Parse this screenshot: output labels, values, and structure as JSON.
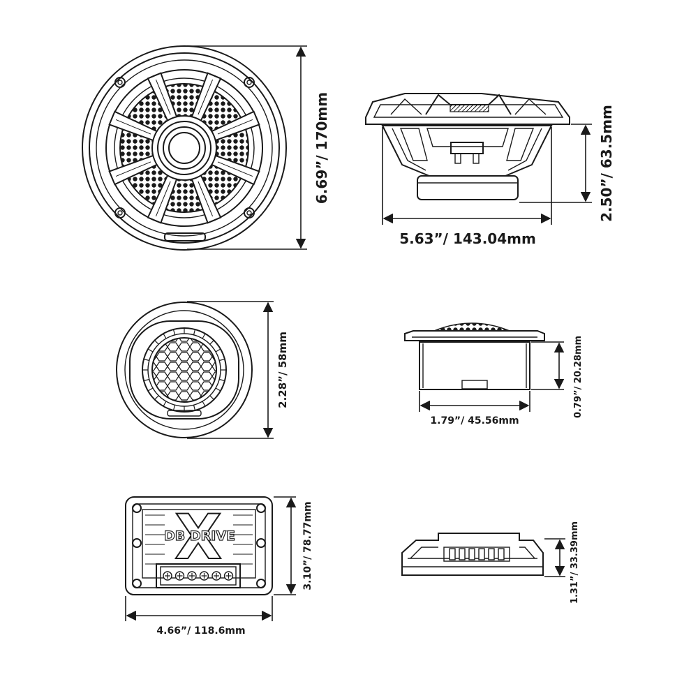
{
  "colors": {
    "line": "#1a1a1a",
    "background": "#ffffff"
  },
  "dimensions": {
    "woofer_height": "6.69”/ 170mm",
    "woofer_width": "5.63”/ 143.04mm",
    "woofer_depth": "2.50”/ 63.5mm",
    "tweeter_diameter": "2.28”/ 58mm",
    "tweeter_width": "1.79”/ 45.56mm",
    "tweeter_depth": "0.79”/ 20.28mm",
    "crossover_height": "3.10”/ 78.77mm",
    "crossover_width": "4.66”/ 118.6mm",
    "crossover_depth": "1.31”/ 33.39mm"
  },
  "crossover_logo": {
    "brand": "DB DRIVE",
    "mark": "X"
  }
}
